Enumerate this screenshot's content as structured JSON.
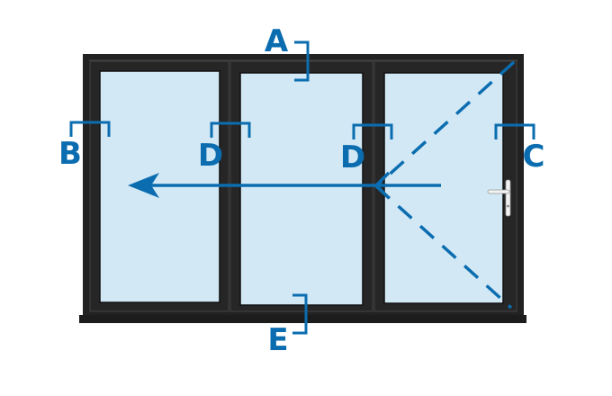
{
  "labels": {
    "a": "A",
    "b": "B",
    "c": "C",
    "d_left": "D",
    "d_right": "D",
    "e": "E"
  },
  "colors": {
    "accent": "#0b6db0",
    "frame": "#222222",
    "glass": "#d2e8f5",
    "background": "#ffffff"
  },
  "icons": {
    "handle": "door-handle-icon",
    "arrow": "slide-direction-arrow"
  }
}
